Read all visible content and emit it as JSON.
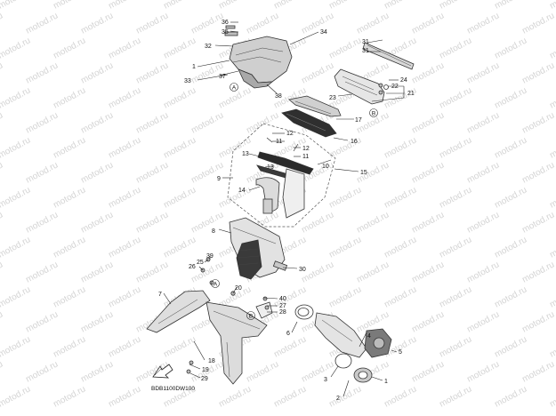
{
  "diagram": {
    "watermark": "motod.ru",
    "code": "BDB1100DW100",
    "callouts": {
      "c1a": "1",
      "c1b": "1",
      "c2": "2",
      "c3": "3",
      "c4": "4",
      "c5": "5",
      "c6": "6",
      "c7": "7",
      "c8": "8",
      "c9": "9",
      "c10": "10",
      "c11a": "11",
      "c11b": "11",
      "c12a": "12",
      "c12b": "12",
      "c13a": "13",
      "c13b": "13",
      "c14": "14",
      "c15": "15",
      "c16": "16",
      "c17": "17",
      "c18": "18",
      "c19": "19",
      "c20": "20",
      "c21": "21",
      "c22": "22",
      "c23": "23",
      "c24": "24",
      "c25": "25",
      "c26": "26",
      "c27": "27",
      "c28": "28",
      "c29": "29",
      "c30": "30",
      "c31a": "31",
      "c31b": "31",
      "c32": "32",
      "c33": "33",
      "c34": "34",
      "c35": "35",
      "c36": "36",
      "c37": "37",
      "c38": "38",
      "c39": "39",
      "c40": "40"
    },
    "refs": {
      "a1": "A",
      "a2": "A",
      "b1": "B",
      "b2": "B"
    }
  }
}
